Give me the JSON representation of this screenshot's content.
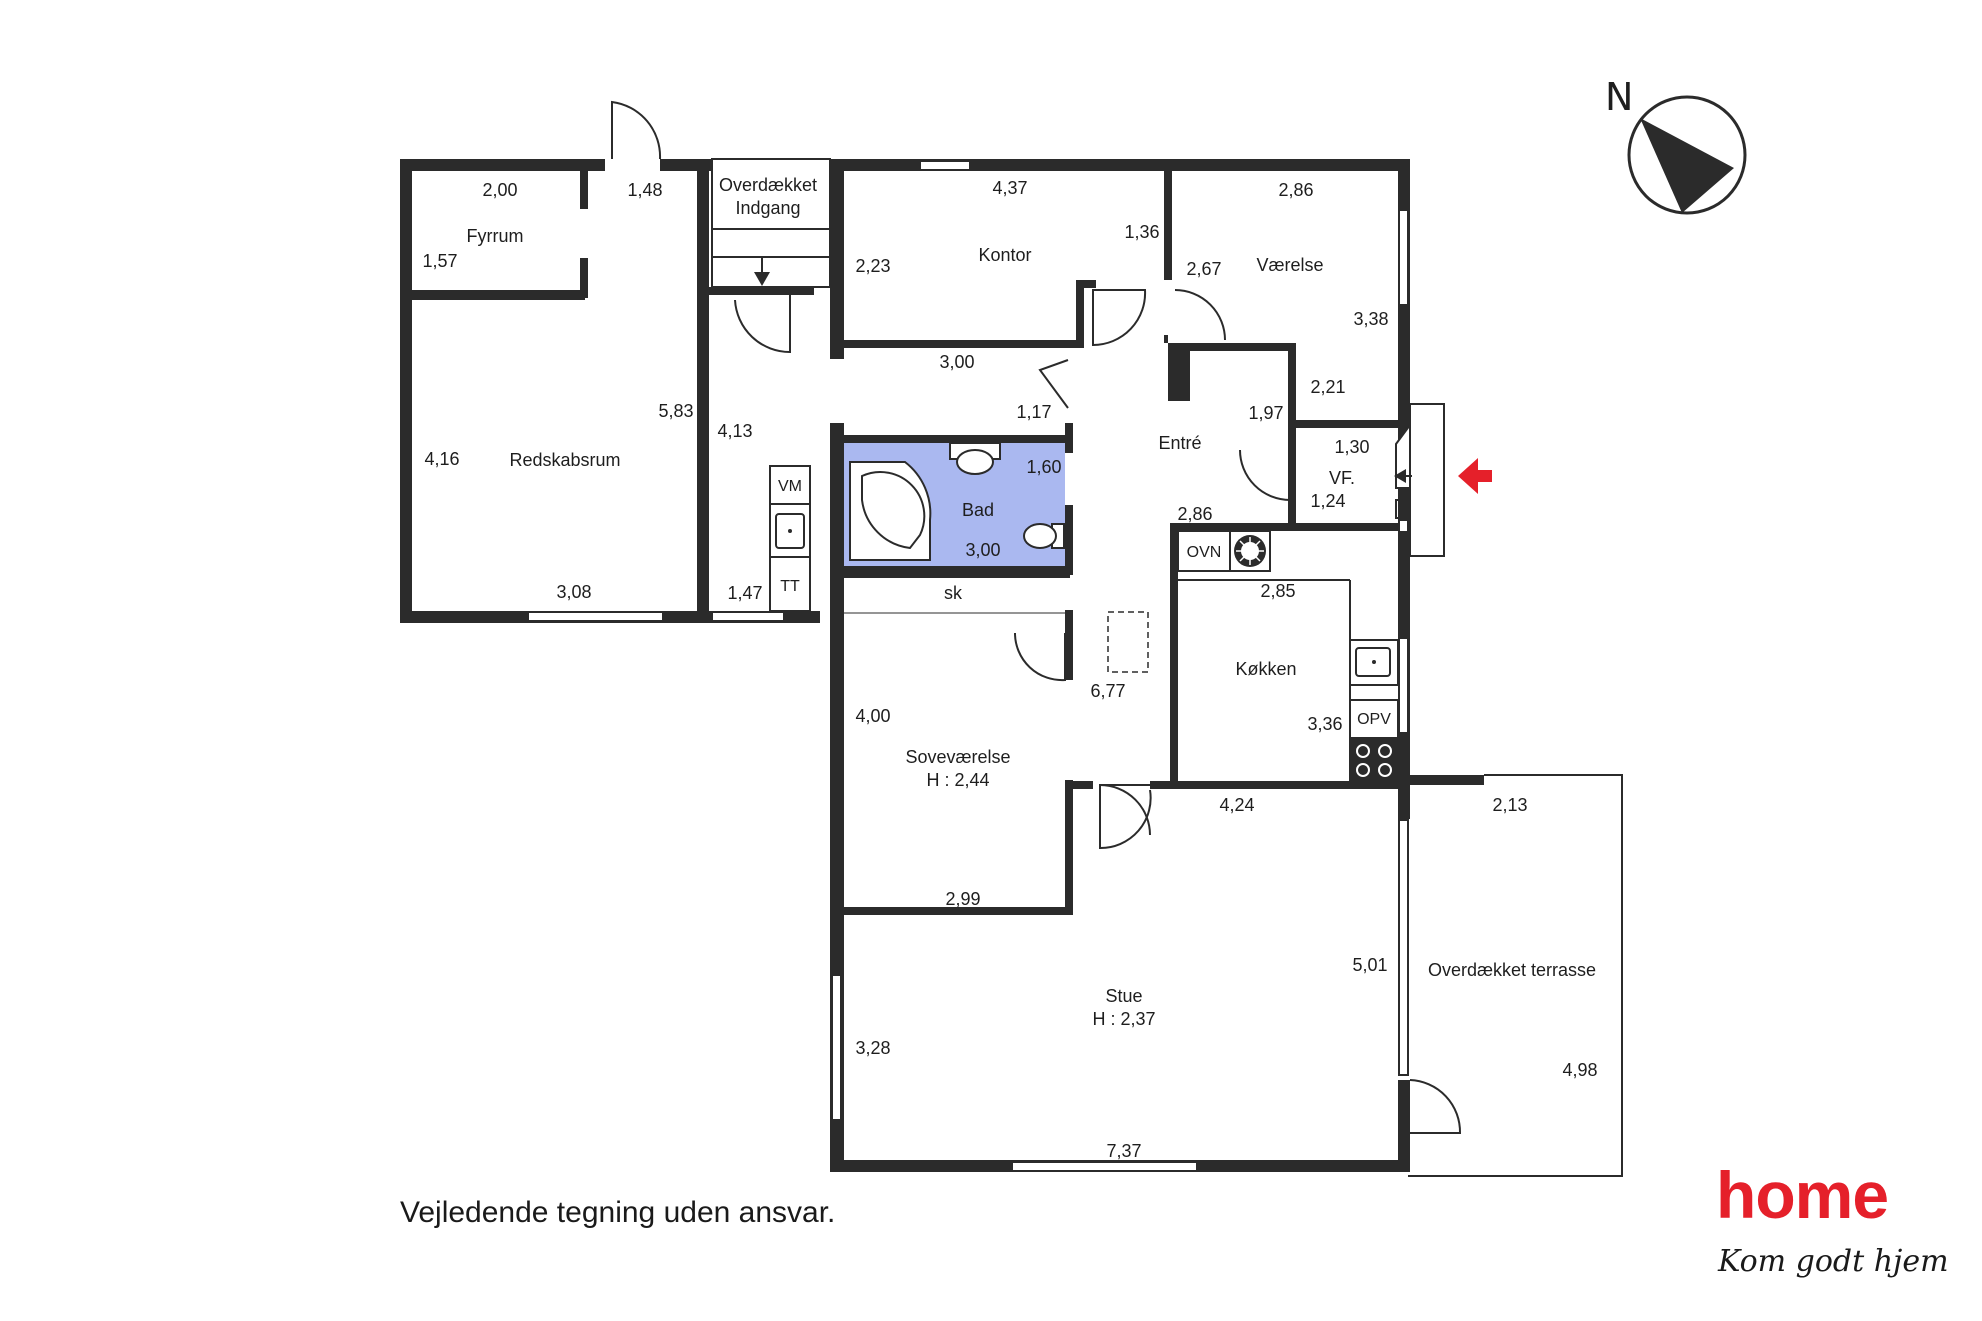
{
  "rooms": {
    "fyrrum": "Fyrrum",
    "overdaekket": "Overdækket",
    "indgang": "Indgang",
    "kontor": "Kontor",
    "vaerelse": "Værelse",
    "redskabsrum": "Redskabsrum",
    "entre": "Entré",
    "vf": "VF.",
    "bad": "Bad",
    "sk": "sk",
    "koekken": "Køkken",
    "sovevaerelse": "Soveværelse",
    "sovevaerelse_height": "H : 2,44",
    "stue": "Stue",
    "stue_height": "H : 2,37",
    "overdaekket_terrasse": "Overdækket terrasse"
  },
  "fixtures": {
    "vm": "VM",
    "tt": "TT",
    "ovn": "OVN",
    "opv": "OPV"
  },
  "dimensions": {
    "d_2_00": "2,00",
    "d_1_48": "1,48",
    "d_1_57": "1,57",
    "d_4_37": "4,37",
    "d_2_86a": "2,86",
    "d_1_36": "1,36",
    "d_2_23": "2,23",
    "d_2_67": "2,67",
    "d_3_38": "3,38",
    "d_3_00a": "3,00",
    "d_2_21": "2,21",
    "d_5_83": "5,83",
    "d_1_17": "1,17",
    "d_1_97": "1,97",
    "d_4_13": "4,13",
    "d_4_16": "4,16",
    "d_1_30": "1,30",
    "d_1_60": "1,60",
    "d_1_24": "1,24",
    "d_2_86b": "2,86",
    "d_3_00b": "3,00",
    "d_3_08": "3,08",
    "d_1_47": "1,47",
    "d_2_85": "2,85",
    "d_6_77": "6,77",
    "d_4_00": "4,00",
    "d_3_36": "3,36",
    "d_4_24": "4,24",
    "d_2_13": "2,13",
    "d_2_99": "2,99",
    "d_5_01": "5,01",
    "d_3_28": "3,28",
    "d_4_98": "4,98",
    "d_7_37": "7,37"
  },
  "compass": {
    "north_label": "N"
  },
  "disclaimer": "Vejledende tegning uden ansvar.",
  "brand": {
    "logo": "home",
    "tagline": "Kom godt hjem",
    "color": "#e5202a"
  },
  "colors": {
    "wall": "#2b2b2b",
    "bathroom": "#aab8f0",
    "entrance_arrow": "#e5202a"
  }
}
